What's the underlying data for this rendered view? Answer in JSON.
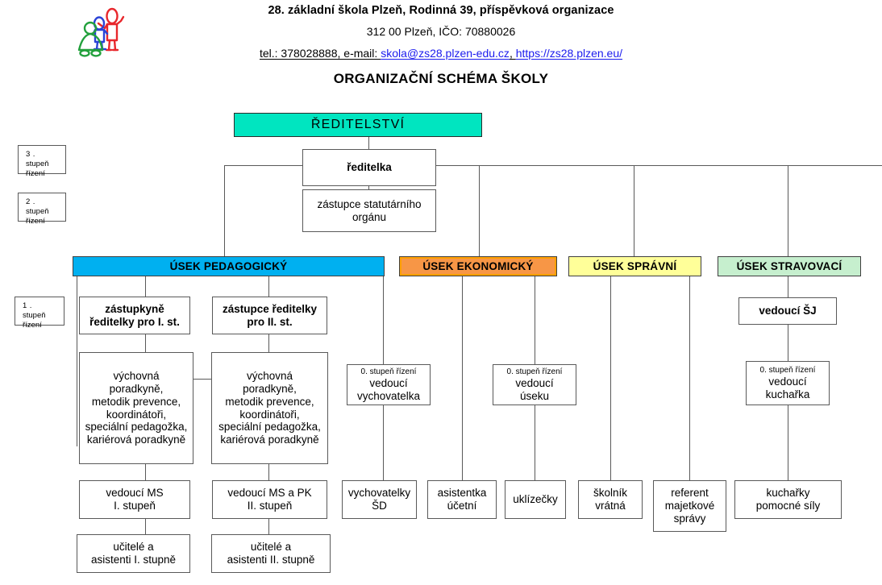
{
  "header": {
    "school_name": "28. základní škola Plzeň, Rodinná 39, příspěvková organizace",
    "address": "312 00 Plzeň, IČO: 70880026",
    "contact_prefix": "tel.: 378028888, e-mail: ",
    "email": "skola@zs28.plzen-edu.cz",
    "contact_sep": ", ",
    "website": "https://zs28.plzen.eu/",
    "title": "ORGANIZAČNÍ SCHÉMA ŠKOLY",
    "logo_name": "school-logo-three-figures"
  },
  "levels": [
    {
      "num": "3.",
      "word": "stupeň",
      "line2": "řízení"
    },
    {
      "num": "2.",
      "word": "stupeň",
      "line2": "řízení"
    },
    {
      "num": "1.",
      "word": "stupeň",
      "line2": "řízení"
    }
  ],
  "top": {
    "directorate": "ŘEDITELSTVÍ",
    "director": "ředitelka",
    "statutory_deputy_l1": "zástupce statutárního",
    "statutory_deputy_l2": "orgánu"
  },
  "departments": [
    {
      "label": "ÚSEK PEDAGOGICKÝ",
      "color": "#00b0f0"
    },
    {
      "label": "ÚSEK EKONOMICKÝ",
      "color": "#ffa000"
    },
    {
      "label": "ÚSEK SPRÁVNÍ",
      "color": "#ffff99"
    },
    {
      "label": "ÚSEK STRAVOVACÍ",
      "color": "#c6efce"
    }
  ],
  "colors": {
    "directorate_fill": "#00e5c0",
    "pedagogical": "#00b0f0",
    "economic": "#ffa000",
    "economic_inner": "#f79646",
    "administrative": "#ffff99",
    "catering": "#c6efce",
    "link": "#1a1aee",
    "box_border": "#595959"
  },
  "pedagogical": {
    "deputy1_l1": "zástupkyně",
    "deputy1_l2": "ředitelky pro I. st.",
    "deputy2_l1": "zástupce ředitelky",
    "deputy2_l2": "pro II. st.",
    "roles": [
      "výchovná",
      "poradkyně,",
      "metodik prevence,",
      "koordinátoři,",
      "speciální pedagožka,",
      "kariérová poradkyně"
    ],
    "ms1_l1": "vedoucí MS",
    "ms1_l2": "I. stupeň",
    "ms2_l1": "vedoucí MS a PK",
    "ms2_l2": "II. stupeň",
    "teachers1_l1": "učitelé a",
    "teachers1_l2": "asistenti I. stupně",
    "teachers2_l1": "učitelé a",
    "teachers2_l2": "asistenti II. stupně",
    "head_educator": {
      "level": "0. stupeň řízení",
      "l1": "vedoucí",
      "l2": "vychovatelka"
    },
    "educators_l1": "vychovatelky",
    "educators_l2": "ŠD"
  },
  "economic": {
    "accountant_l1": "asistentka",
    "accountant_l2": "účetní",
    "head_section": {
      "level": "0. stupeň řízení",
      "l1": "vedoucí",
      "l2": "úseku"
    },
    "cleaners": "uklízečky"
  },
  "administrative": {
    "caretaker_l1": "školník",
    "caretaker_l2": "vrátná",
    "property_l1": "referent",
    "property_l2": "majetkové",
    "property_l3": "správy"
  },
  "catering": {
    "head_canteen": "vedoucí ŠJ",
    "head_cook": {
      "level": "0. stupeň řízení",
      "l1": "vedoucí",
      "l2": "kuchařka"
    },
    "cooks_l1": "kuchařky",
    "cooks_l2": "pomocné síly"
  }
}
